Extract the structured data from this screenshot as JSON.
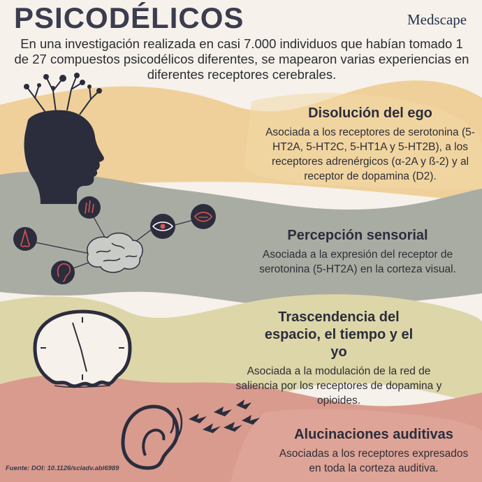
{
  "header": {
    "title": "PSICODÉLICOS",
    "brand": "Medscape",
    "intro": "En una investigación realizada en casi 7.000 individuos que habían tomado 1 de 27 compuestos psicodélicos diferentes, se mapearon varias experiencias en diferentes receptores cerebrales."
  },
  "sections": [
    {
      "title": "Disolución del ego",
      "text": "Asociada a los receptores de serotonina (5-HT2A, 5-HT2C, 5-HT1A y 5-HT2B), a los receptores adrenérgicos (α-2A y ß-2) y al receptor de dopamina (D2)."
    },
    {
      "title": "Percepción sensorial",
      "text": "Asociada a la expresión del receptor de serotonina (5-HT2A) en la corteza visual."
    },
    {
      "title": "Trascendencia del espacio, el tiempo y el yo",
      "text": "Asociada a la modulación de la red de saliencia por los receptores de dopamina y opioides."
    },
    {
      "title": "Alucinaciones auditivas",
      "text": "Asociadas a los receptores expresados en toda la corteza auditiva."
    }
  ],
  "footer": {
    "source": "Fuente: DOI: 10.1126/sciadv.abl6989"
  },
  "colors": {
    "background": "#f6f1ea",
    "ego_band": "#f0d09a",
    "sensory_band": "#a9aca3",
    "transcendence_band": "#ddd6a8",
    "auditory_band": "#d99b8e",
    "icon_dark": "#2b2d3d",
    "icon_accent": "#e0584f"
  },
  "icons": [
    "head-silhouette-icon",
    "brain-icon",
    "nose-icon",
    "ear-icon",
    "hand-icon",
    "eye-icon",
    "mouth-icon",
    "melting-clock-icon",
    "large-ear-icon",
    "sound-waves-icon",
    "birds-icon"
  ]
}
